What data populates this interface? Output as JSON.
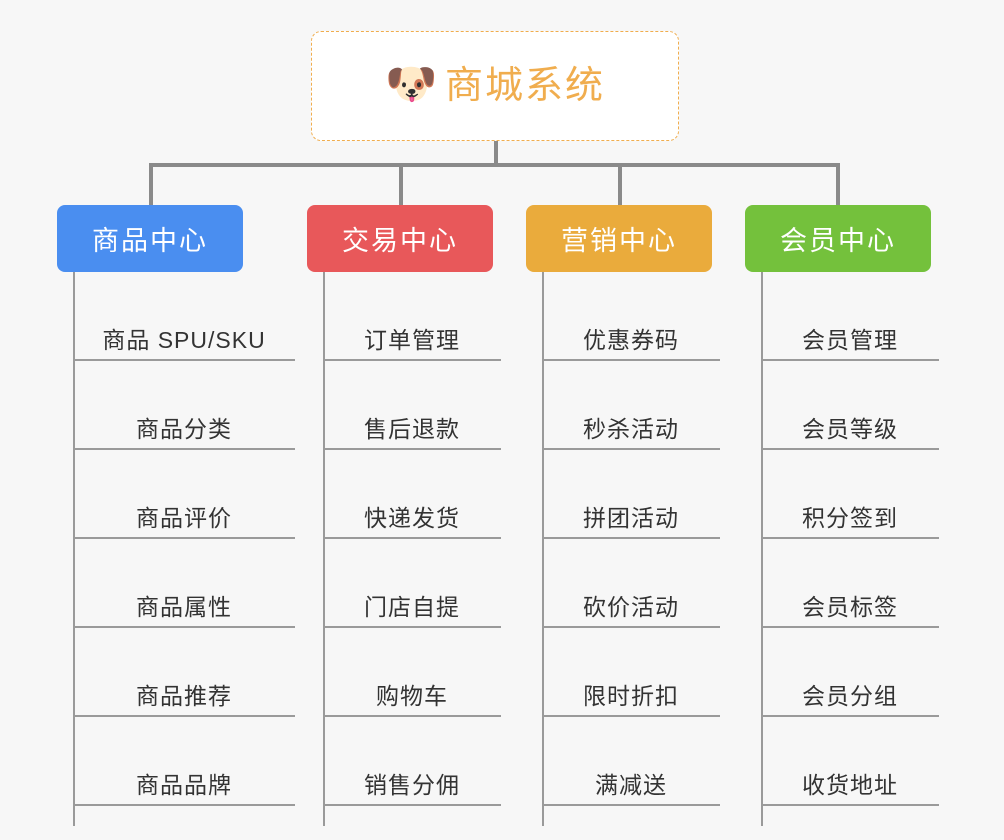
{
  "page": {
    "background_color": "#f7f7f7",
    "type": "mindmap"
  },
  "root": {
    "icon": "shiba-dog-face-emoji",
    "icon_glyph": "🐶",
    "label": "商城系统",
    "text_color": "#f0ad4e",
    "border_color": "#f0ad4e",
    "background_color": "#ffffff"
  },
  "branches": [
    {
      "label": "商品中心",
      "color": "#4a8ef0",
      "items": [
        "商品 SPU/SKU",
        "商品分类",
        "商品评价",
        "商品属性",
        "商品推荐",
        "商品品牌"
      ]
    },
    {
      "label": "交易中心",
      "color": "#e8585a",
      "items": [
        "订单管理",
        "售后退款",
        "快递发货",
        "门店自提",
        "购物车",
        "销售分佣"
      ]
    },
    {
      "label": "营销中心",
      "color": "#eaab3c",
      "items": [
        "优惠券码",
        "秒杀活动",
        "拼团活动",
        "砍价活动",
        "限时折扣",
        "满减送"
      ]
    },
    {
      "label": "会员中心",
      "color": "#74c13c",
      "items": [
        "会员管理",
        "会员等级",
        "积分签到",
        "会员标签",
        "会员分组",
        "收货地址"
      ]
    }
  ],
  "connector": {
    "color": "#8a8a8a",
    "leaf_line_color": "#9a9a9a"
  }
}
